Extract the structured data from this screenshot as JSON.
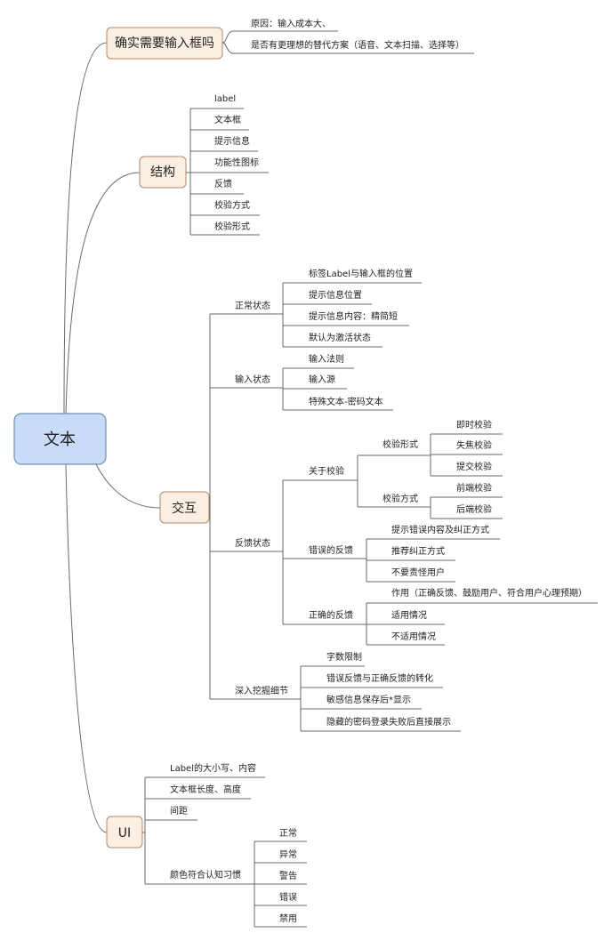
{
  "root": "文本",
  "branches": {
    "need": {
      "label": "确实需要输入框吗",
      "items": [
        "原因：输入成本大、",
        "是否有更理想的替代方案（语音、文本扫描、选择等）"
      ]
    },
    "structure": {
      "label": "结构",
      "items": [
        "label",
        "文本框",
        "提示信息",
        "功能性图标",
        "反馈",
        "校验方式",
        "校验形式"
      ]
    },
    "interaction": {
      "label": "交互",
      "normal": {
        "label": "正常状态",
        "items": [
          "标签Label与输入框的位置",
          "提示信息位置",
          "提示信息内容：精简短",
          "默认为激活状态"
        ]
      },
      "input": {
        "label": "输入状态",
        "items": [
          "输入法则",
          "输入源",
          "特殊文本-密码文本"
        ]
      },
      "feedback": {
        "label": "反馈状态",
        "validation": {
          "label": "关于校验",
          "form": {
            "label": "校验形式",
            "items": [
              "即时校验",
              "失焦校验",
              "提交校验"
            ]
          },
          "method": {
            "label": "校验方式",
            "items": [
              "前端校验",
              "后端校验"
            ]
          }
        },
        "error": {
          "label": "错误的反馈",
          "items": [
            "提示错误内容及纠正方式",
            "推荐纠正方式",
            "不要责怪用户"
          ]
        },
        "correct": {
          "label": "正确的反馈",
          "items": [
            "作用（正确反馈、鼓励用户、符合用户心理预期）",
            "适用情况",
            "不适用情况"
          ]
        }
      },
      "details": {
        "label": "深入挖掘细节",
        "items": [
          "字数限制",
          "错误反馈与正确反馈的转化",
          "敏感信息保存后*显示",
          "隐藏的密码登录失败后直接展示"
        ]
      }
    },
    "ui": {
      "label": "UI",
      "items": [
        "Label的大小写、内容",
        "文本框长度、高度",
        "间距"
      ],
      "colors": {
        "label": "颜色符合认知习惯",
        "items": [
          "正常",
          "异常",
          "警告",
          "错误",
          "禁用"
        ]
      }
    }
  }
}
